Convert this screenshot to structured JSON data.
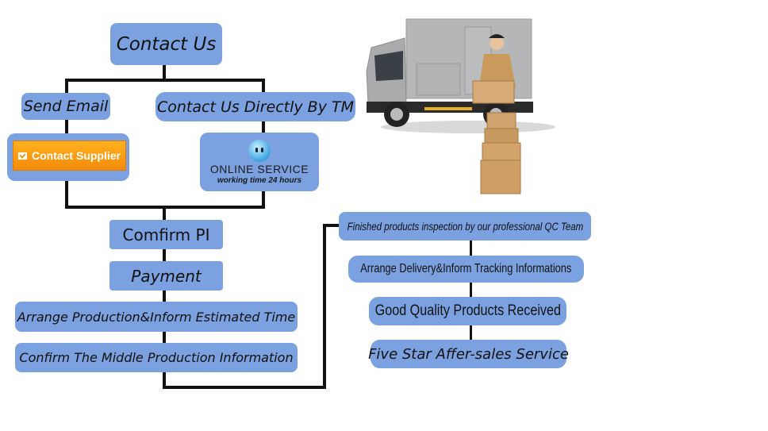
{
  "diagram": {
    "title": "Contact Us",
    "left_branch": {
      "label": "Send Email",
      "button_label": "Contact Supplier",
      "button_icon": "envelope-check-icon"
    },
    "right_branch": {
      "label": "Contact Us Directly By TM",
      "service_title": "ONLINE SERVICE",
      "service_subtitle": "working time 24 hours",
      "service_icon": "chat-drop-icon"
    },
    "left_steps": [
      "Comfirm  PI",
      "Payment",
      "Arrange Production&Inform Estimated Time",
      "Confirm The Middle Production Information"
    ],
    "right_steps": [
      "Finished products inspection by  our professional QC  Team",
      "Arrange Delivery&Inform Tracking Informations",
      "Good Quality Products Received",
      "Five Star Affer-sales Service"
    ],
    "colors": {
      "box": "#7ba1e0",
      "connector": "#111111",
      "button": "#f7931e"
    }
  },
  "illustration": {
    "description": "delivery truck with courier holding boxes"
  }
}
